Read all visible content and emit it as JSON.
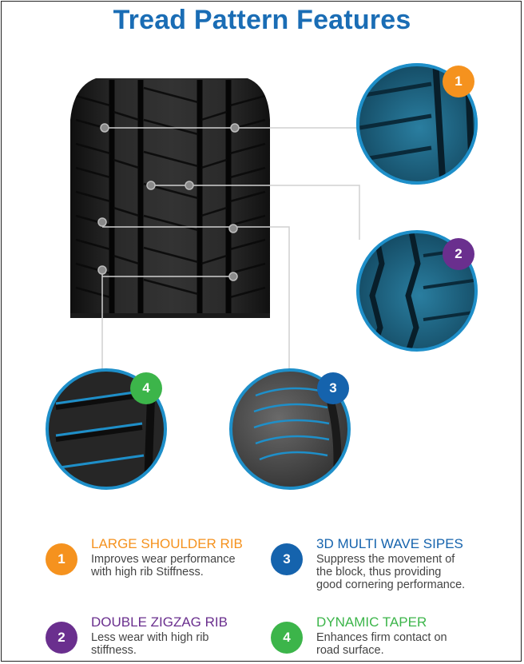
{
  "title": "Tread Pattern Features",
  "colors": {
    "title": "#1a6db5",
    "orange": "#f5921e",
    "purple": "#6a2f8e",
    "blue": "#1563ad",
    "green": "#3cb54a"
  },
  "callouts": [
    {
      "number": "1"
    },
    {
      "number": "2"
    },
    {
      "number": "3"
    },
    {
      "number": "4"
    }
  ],
  "features": [
    {
      "number": "1",
      "heading": "LARGE SHOULDER RIB",
      "desc_line1": "Improves wear performance",
      "desc_line2": "with high rib Stiffness.",
      "desc_line3": ""
    },
    {
      "number": "3",
      "heading": "3D MULTI WAVE SIPES",
      "desc_line1": "Suppress the movement of",
      "desc_line2": "the block, thus providing",
      "desc_line3": "good cornering performance."
    },
    {
      "number": "2",
      "heading": "DOUBLE ZIGZAG RIB",
      "desc_line1": "Less wear with high rib",
      "desc_line2": "stiffness.",
      "desc_line3": ""
    },
    {
      "number": "4",
      "heading": "DYNAMIC TAPER",
      "desc_line1": "Enhances firm contact on",
      "desc_line2": "road surface.",
      "desc_line3": ""
    }
  ]
}
